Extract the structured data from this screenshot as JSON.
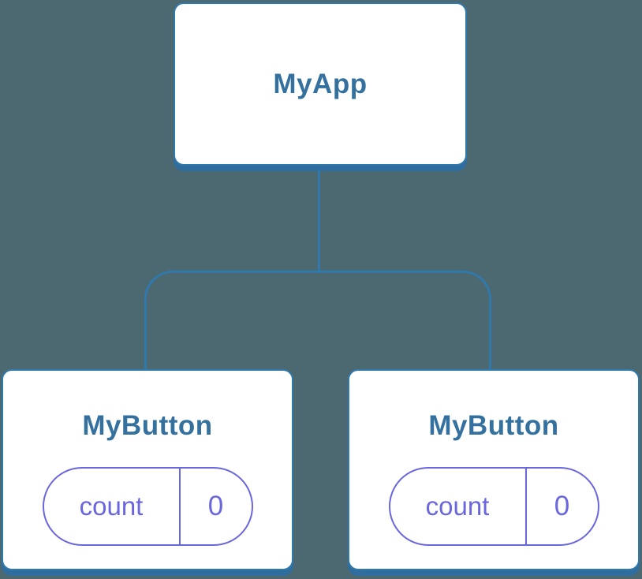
{
  "diagram": {
    "type": "component-tree",
    "root": {
      "label": "MyApp"
    },
    "children": [
      {
        "label": "MyButton",
        "state": {
          "name": "count",
          "value": "0"
        }
      },
      {
        "label": "MyButton",
        "state": {
          "name": "count",
          "value": "0"
        }
      }
    ],
    "colors": {
      "bg": "#4c6871",
      "blue": "#3279ab",
      "blue_shadow": "#2e6d9e",
      "blue_text": "#35719e",
      "purple": "#6a66de"
    }
  }
}
